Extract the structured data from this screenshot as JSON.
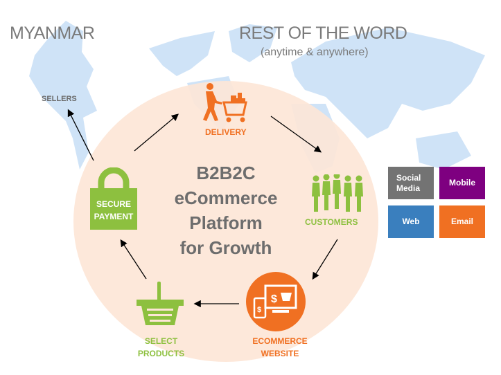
{
  "headings": {
    "left": "MYANMAR",
    "right": "REST OF THE WORD",
    "right_sub": "(anytime & anywhere)"
  },
  "center": {
    "lines": [
      "B2B2C",
      "eCommerce",
      "Platform",
      "for Growth"
    ]
  },
  "nodes": {
    "sellers": "SELLERS",
    "delivery": "DELIVERY",
    "customers": "CUSTOMERS",
    "website": [
      "ECOMMERCE",
      "WEBSITE"
    ],
    "select": [
      "SELECT",
      "PRODUCTS"
    ],
    "payment": [
      "SECURE",
      "PAYMENT"
    ]
  },
  "channels": [
    {
      "label": "Social Media",
      "color": "#737373"
    },
    {
      "label": "Mobile",
      "color": "#7e0080"
    },
    {
      "label": "Web",
      "color": "#3a7fbe"
    },
    {
      "label": "Email",
      "color": "#f07022"
    }
  ],
  "colors": {
    "map": "#cfe3f7",
    "circle": "#fde6d6",
    "green": "#8dc03f",
    "orange": "#f07022"
  }
}
